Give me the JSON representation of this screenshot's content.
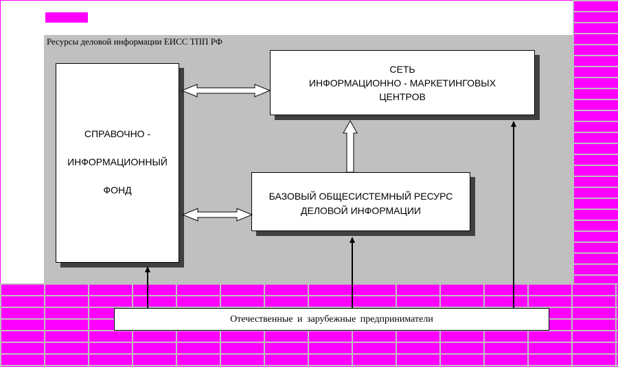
{
  "diagram": {
    "title": "Ресурсы деловой информации ЕИСС ТПП РФ",
    "fund": {
      "line1": "СПРАВОЧНО -",
      "line2": "ИНФОРМАЦИОННЫЙ",
      "line3": "ФОНД"
    },
    "network": {
      "line1": "СЕТЬ",
      "line2": "ИНФОРМАЦИОННО - МАРКЕТИНГОВЫХ",
      "line3": "ЦЕНТРОВ"
    },
    "base": {
      "line1": "БАЗОВЫЙ  ОБЩЕСИСТЕМНЫЙ РЕСУРС",
      "line2": "ДЕЛОВОЙ  ИНФОРМАЦИИ"
    },
    "entrepreneurs": "Отечественные  и  зарубежные  предприниматели"
  },
  "colors": {
    "accent": "#ff00ff",
    "panel": "#c0c0c0",
    "shadow": "#404040"
  }
}
